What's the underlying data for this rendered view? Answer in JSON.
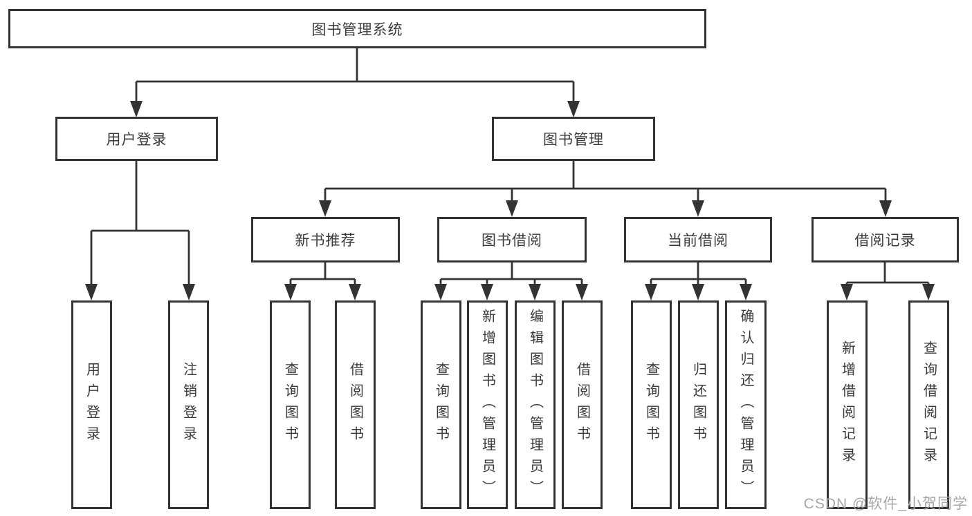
{
  "diagram": {
    "root": {
      "label": "图书管理系统"
    },
    "level2": [
      {
        "label": "用户登录"
      },
      {
        "label": "图书管理"
      }
    ],
    "level3": [
      {
        "label": "新书推荐",
        "parent": "图书管理"
      },
      {
        "label": "图书借阅",
        "parent": "图书管理"
      },
      {
        "label": "当前借阅",
        "parent": "图书管理"
      },
      {
        "label": "借阅记录",
        "parent": "图书管理"
      }
    ],
    "leaves": [
      {
        "label": "用户登录",
        "parent": "用户登录"
      },
      {
        "label": "注销登录",
        "parent": "用户登录"
      },
      {
        "label": "查询图书",
        "parent": "新书推荐"
      },
      {
        "label": "借阅图书",
        "parent": "新书推荐"
      },
      {
        "label": "查询图书",
        "parent": "图书借阅"
      },
      {
        "label": "新增图书（管理员）",
        "parent": "图书借阅"
      },
      {
        "label": "编辑图书（管理员）",
        "parent": "图书借阅"
      },
      {
        "label": "借阅图书",
        "parent": "图书借阅"
      },
      {
        "label": "查询图书",
        "parent": "当前借阅"
      },
      {
        "label": "归还图书",
        "parent": "当前借阅"
      },
      {
        "label": "确认归还（管理员）",
        "parent": "当前借阅"
      },
      {
        "label": "新增借阅记录",
        "parent": "借阅记录"
      },
      {
        "label": "查询借阅记录",
        "parent": "借阅记录"
      }
    ],
    "colors": {
      "line": "#333333",
      "text": "#3a3a3a",
      "background": "#ffffff",
      "watermark": "#a6a6a6"
    },
    "watermark": "CSDN @软件_小贺同学"
  }
}
